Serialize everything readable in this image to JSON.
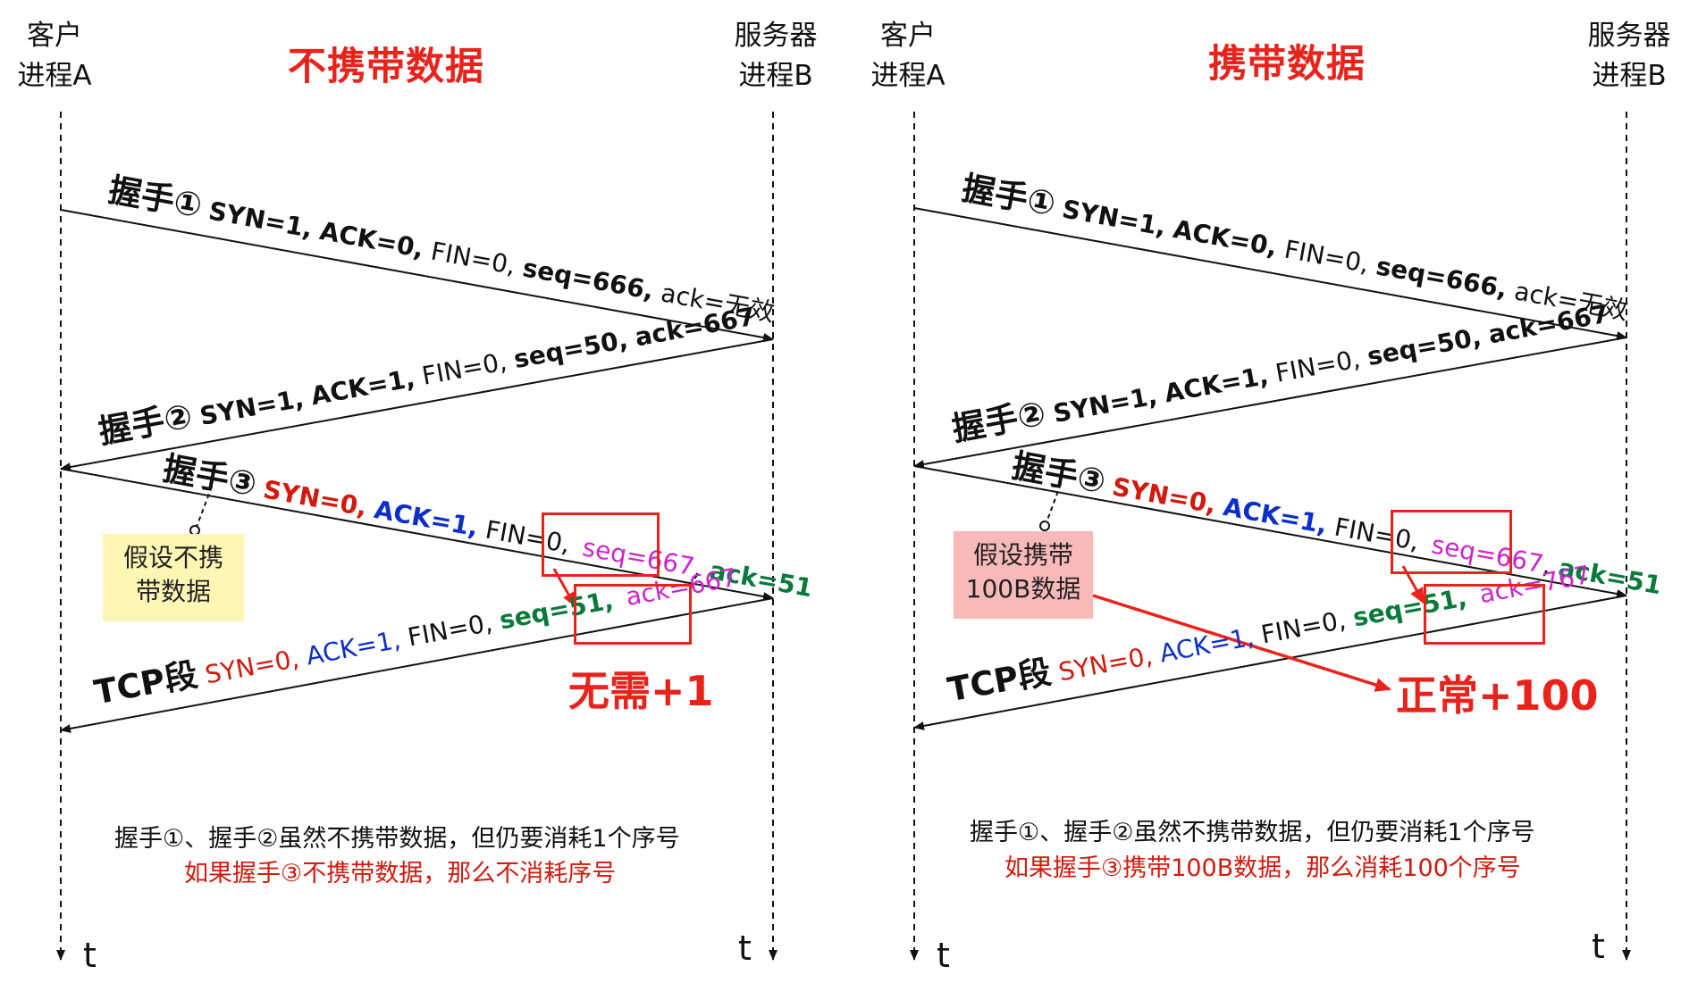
{
  "left": {
    "client": [
      "客户",
      "进程A"
    ],
    "server": [
      "服务器",
      "进程B"
    ],
    "title": "不携带数据",
    "t": "t",
    "seg1": {
      "hs": "握手①",
      "syn": "SYN=1,",
      "ack": "ACK=0,",
      "fin": "FIN=0,",
      "seq": "seq=666,",
      "ackv": "ack=无效"
    },
    "seg2": {
      "hs": "握手②",
      "syn": "SYN=1,",
      "ack": "ACK=1,",
      "fin": "FIN=0,",
      "seq": "seq=50,",
      "ackv": "ack=667"
    },
    "seg3": {
      "hs": "握手③",
      "syn": "SYN=0,",
      "ack": "ACK=1,",
      "fin": "FIN=0,",
      "seq": "seq=667",
      "comma": ",",
      "ackv": "ack=51"
    },
    "seg4": {
      "hs": "TCP段",
      "syn": "SYN=0,",
      "ack": "ACK=1,",
      "fin": "FIN=0,",
      "seq": "seq=51,",
      "ackv": "ack=667"
    },
    "note": [
      "假设不携",
      "带数据"
    ],
    "big": "无需+1",
    "foot1": "握手①、握手②虽然不携带数据，但仍要消耗1个序号",
    "foot2": "如果握手③不携带数据，那么不消耗序号"
  },
  "right": {
    "client": [
      "客户",
      "进程A"
    ],
    "server": [
      "服务器",
      "进程B"
    ],
    "title": "携带数据",
    "t": "t",
    "seg1": {
      "hs": "握手①",
      "syn": "SYN=1,",
      "ack": "ACK=0,",
      "fin": "FIN=0,",
      "seq": "seq=666,",
      "ackv": "ack=无效"
    },
    "seg2": {
      "hs": "握手②",
      "syn": "SYN=1,",
      "ack": "ACK=1,",
      "fin": "FIN=0,",
      "seq": "seq=50,",
      "ackv": "ack=667"
    },
    "seg3": {
      "hs": "握手③",
      "syn": "SYN=0,",
      "ack": "ACK=1,",
      "fin": "FIN=0,",
      "seq": "seq=667",
      "comma": ",",
      "ackv": "ack=51"
    },
    "seg4": {
      "hs": "TCP段",
      "syn": "SYN=0,",
      "ack": "ACK=1,",
      "fin": "FIN=0,",
      "seq": "seq=51,",
      "ackv": "ack=767"
    },
    "note": [
      "假设携带",
      "100B数据"
    ],
    "big": "正常+100",
    "foot1": "握手①、握手②虽然不携带数据，但仍要消耗1个序号",
    "foot2": "如果握手③携带100B数据，那么消耗100个序号"
  },
  "colors": {
    "accent_red": "#e8231c",
    "syn_red": "#d21a0e",
    "ack_blue": "#0c2fc9",
    "green": "#087a3a",
    "magenta": "#cc25cc",
    "note_yellow": "#fdf6b4",
    "note_pink": "#f8b9b9"
  }
}
